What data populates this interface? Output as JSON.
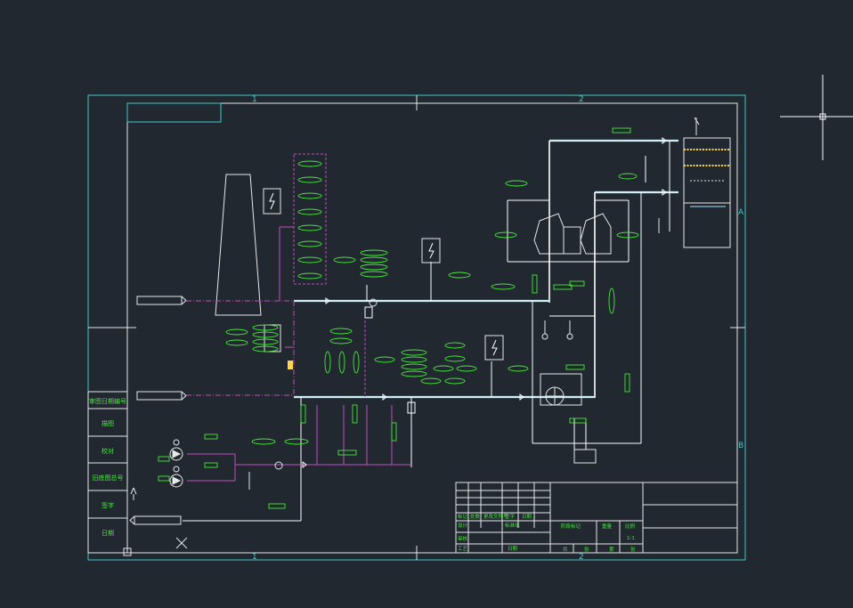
{
  "colors": {
    "background": "#212830",
    "frame": "#3fc9c9",
    "linework": "#e8e8e8",
    "pipe_main": "#ffffff",
    "pipe_flue": "#cfeff5",
    "pipe_magenta": "#c050c0",
    "instrument": "#46e83c",
    "crosshair": "#ffffff"
  },
  "grid_refs": {
    "col_1": "1",
    "col_2": "2",
    "row_a": "A",
    "row_b": "B"
  },
  "left_column_labels": [
    "审图日期编号",
    "描图",
    "校对",
    "旧底图总号",
    "签字",
    "日期"
  ],
  "title_block": {
    "row1": [
      "标记",
      "处数",
      "更改文件号",
      "签字",
      "日期"
    ],
    "row2": [
      "设计",
      "",
      "标准化",
      ""
    ],
    "row3": [
      "审核",
      ""
    ],
    "row4": [
      "工艺",
      "",
      "日期"
    ],
    "stage_labels": [
      "阶段标记",
      "重量",
      "比例"
    ],
    "scale_value": "1:1",
    "sheet_labels": [
      "共",
      "张",
      "第",
      "张"
    ]
  },
  "icons": {
    "motor": "lightning-icon",
    "pump": "pump-icon",
    "valve": "bowtie-valve-icon",
    "ground": "ground-icon"
  }
}
